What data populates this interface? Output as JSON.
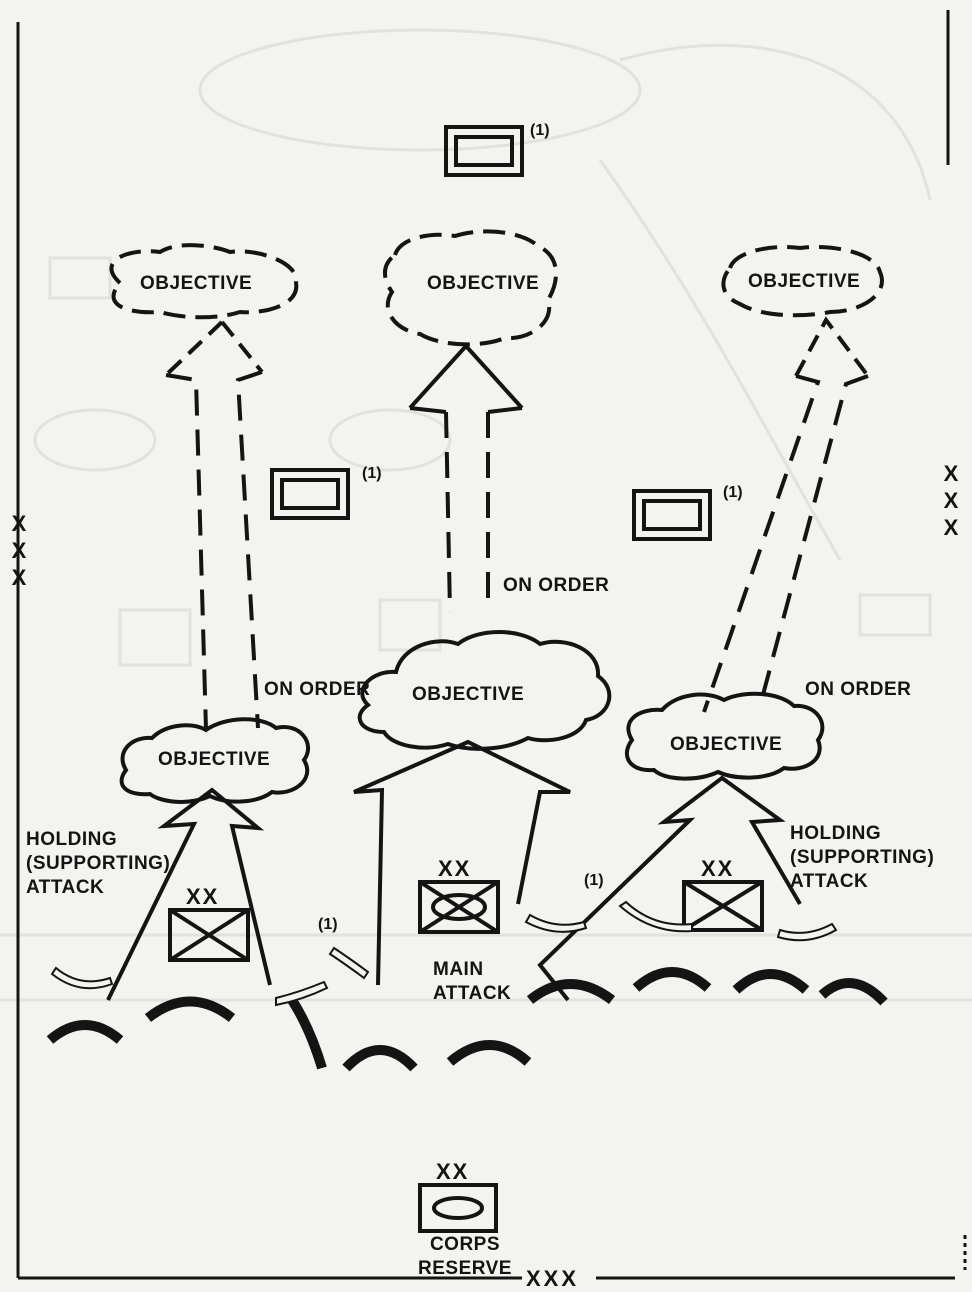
{
  "diagram": {
    "objective_label": "OBJECTIVE",
    "on_order_label": "ON ORDER",
    "holding_attack_label": "HOLDING\n(SUPPORTING)\nATTACK",
    "main_attack_label": "MAIN\nATTACK",
    "corps_reserve_label": "CORPS\nRESERVE",
    "footnote_marker": "(1)",
    "division_echelon": "XX",
    "corps_boundary_echelon": "XXX"
  }
}
